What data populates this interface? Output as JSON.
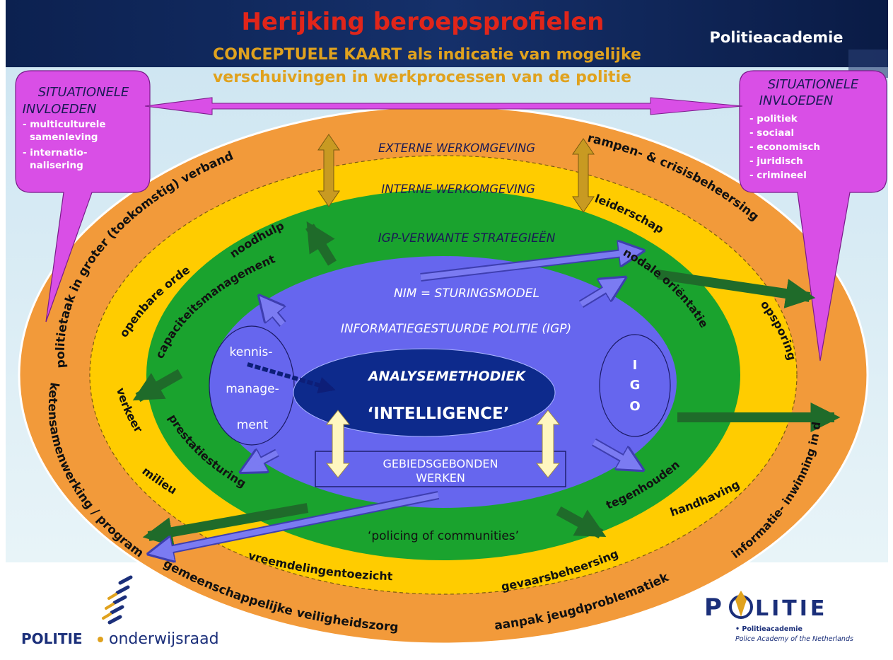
{
  "header": {
    "title": "Herijking beroepsprofielen",
    "subtitle_line1": "CONCEPTUELE KAART als indicatie van mogelijke",
    "subtitle_line2": "verschuivingen in werkprocessen van de politie",
    "academy": "Politieacademie"
  },
  "callouts": {
    "left": {
      "title_line1": "SITUATIONELE",
      "title_line2": "INVLOEDEN",
      "items": [
        "- multiculturele",
        "samenleving",
        "- internatio-",
        "nalisering"
      ]
    },
    "right": {
      "title_line1": "SITUATIONELE",
      "title_line2": "INVLOEDEN",
      "items": [
        "- politiek",
        "- sociaal",
        "- economisch",
        "- juridisch",
        "- crimineel"
      ]
    }
  },
  "rings": {
    "external": "EXTERNE WERKOMGEVING",
    "internal": "INTERNE WERKOMGEVING",
    "igp_strategies": "IGP-VERWANTE  STRATEGIEËN",
    "nim": "NIM = STURINGSMODEL",
    "igp": "INFORMATIEGESTUURDE POLITIE (IGP)",
    "analyse": "ANALYSEMETHODIEK",
    "intelligence": "‘INTELLIGENCE’",
    "gebieds_line1": "GEBIEDSGEBONDEN",
    "gebieds_line2": "WERKEN",
    "kennis_line1": "kennis-",
    "kennis_line2": "manage-",
    "kennis_line3": "ment",
    "igo_1": "I",
    "igo_2": "G",
    "igo_3": "O",
    "policing": "‘policing of communities’"
  },
  "orange_ring": {
    "verband": "politietaak in groter (toekomstig) verband",
    "rampen": "rampen- & crisisbeheersing",
    "keten": "ketensamenwerking / programmasturing",
    "gemeenschap": "gemeenschappelijke veiligheidszorg",
    "jeugd": "aanpak jeugdproblematiek",
    "informatie": "informatie- inwinning in de bovenwereld"
  },
  "yellow_ring": {
    "noodhulp": "noodhulp",
    "openbare_orde": "openbare orde",
    "leiderschap": "leiderschap",
    "opsporing": "opsporing",
    "verkeer": "verkeer",
    "milieu": "milieu",
    "vreemdelingen": "vreemdelingentoezicht",
    "gevaarsbeheersing": "gevaarsbeheersing",
    "handhaving": "handhaving"
  },
  "green_ring": {
    "capaciteit": "capaciteitsmanagement",
    "nodale": "nodale oriëntatie",
    "prestatie": "prestatiesturing",
    "tegenhouden": "tegenhouden"
  },
  "logos": {
    "politie_onderwijsraad_1": "POLITIE",
    "politie_onderwijsraad_2": "onderwijsraad",
    "politie_p": "P",
    "politie_rest": "LITIE",
    "academy_line1": "• Politieacademie",
    "academy_line2": "Police Academy of the Netherlands"
  },
  "colors": {
    "title_red": "#e0251a",
    "subtitle_gold": "#e0a21e",
    "orange_ring": "#f29a3a",
    "yellow_ring": "#ffcc00",
    "green_ring": "#1aa32e",
    "blue_ellipse": "#6666ee",
    "dark_blue": "#0d1e78",
    "magenta": "#d94fe6",
    "gold_arrow": "#c89a22",
    "dark_green_arrow": "#1f6b2a"
  }
}
